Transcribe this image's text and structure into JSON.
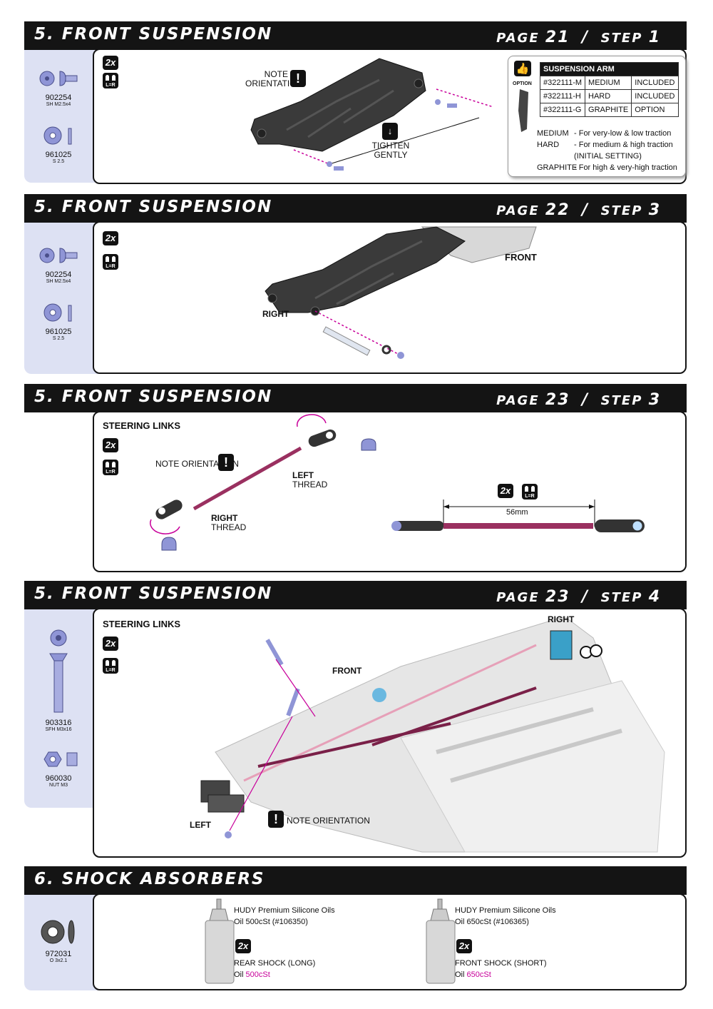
{
  "sections": [
    {
      "title": "5. FRONT SUSPENSION",
      "page_label": "PAGE",
      "page_num": "21",
      "sep": "/",
      "step_label": "STEP",
      "step_num": "1",
      "qty": "2x",
      "lr": "L=R",
      "parts": [
        {
          "num": "902254",
          "desc": "SH M2.5x4"
        },
        {
          "num": "961025",
          "desc": "S 2.5"
        }
      ],
      "labels": {
        "note1": "NOTE",
        "note2": "ORIENTATION",
        "tighten1": "TIGHTEN",
        "tighten2": "GENTLY"
      },
      "option": {
        "icon_label": "OPTION",
        "header": "SUSPENSION ARM",
        "rows": [
          [
            "#322111-M",
            "MEDIUM",
            "INCLUDED"
          ],
          [
            "#322111-H",
            "HARD",
            "INCLUDED"
          ],
          [
            "#322111-G",
            "GRAPHITE",
            "OPTION"
          ]
        ],
        "notes": [
          {
            "k": "MEDIUM",
            "v": "- For very-low & low traction"
          },
          {
            "k": "HARD",
            "v": "- For medium & high traction"
          },
          {
            "k": "",
            "v": "(INITIAL SETTING)"
          },
          {
            "k": "GRAPHITE",
            "v": "- For high & very-high traction"
          }
        ]
      }
    },
    {
      "title": "5. FRONT SUSPENSION",
      "page_label": "PAGE",
      "page_num": "22",
      "sep": "/",
      "step_label": "STEP",
      "step_num": "3",
      "qty": "2x",
      "lr": "L=R",
      "parts": [
        {
          "num": "902254",
          "desc": "SH M2.5x4"
        },
        {
          "num": "961025",
          "desc": "S 2.5"
        }
      ],
      "labels": {
        "front": "FRONT",
        "right": "RIGHT"
      }
    },
    {
      "title": "5. FRONT SUSPENSION",
      "page_label": "PAGE",
      "page_num": "23",
      "sep": "/",
      "step_label": "STEP",
      "step_num": "3",
      "qty": "2x",
      "lr": "L=R",
      "labels": {
        "heading": "STEERING LINKS",
        "note": "NOTE ORIENTATION",
        "left": "LEFT",
        "left_thread": "THREAD",
        "right": "RIGHT",
        "right_thread": "THREAD",
        "length": "56mm"
      }
    },
    {
      "title": "5. FRONT SUSPENSION",
      "page_label": "PAGE",
      "page_num": "23",
      "sep": "/",
      "step_label": "STEP",
      "step_num": "4",
      "qty": "2x",
      "lr": "L=R",
      "parts": [
        {
          "num": "903316",
          "desc": "SFH M3x16"
        },
        {
          "num": "960030",
          "desc": "NUT M3"
        }
      ],
      "labels": {
        "heading": "STEERING LINKS",
        "right": "RIGHT",
        "front": "FRONT",
        "left": "LEFT",
        "note": "NOTE ORIENTATION"
      }
    },
    {
      "title": "6. SHOCK ABSORBERS",
      "parts": [
        {
          "num": "972031",
          "desc": "O 3x2.1"
        }
      ],
      "oils": [
        {
          "line1": "HUDY Premium Silicone Oils",
          "line2": "Oil 500cSt (#106350)",
          "qty": "2x",
          "use": "REAR SHOCK (LONG)",
          "oil_label": "Oil",
          "oil_val": "500cSt"
        },
        {
          "line1": "HUDY Premium Silicone Oils",
          "line2": "Oil 650cSt (#106365)",
          "qty": "2x",
          "use": "FRONT SHOCK (SHORT)",
          "oil_label": "Oil",
          "oil_val": "650cSt"
        }
      ]
    }
  ],
  "colors": {
    "header_bg": "#141414",
    "side_bg": "#dde1f3",
    "magenta": "#c8009a",
    "hardware_blue": "#8f95d6"
  }
}
